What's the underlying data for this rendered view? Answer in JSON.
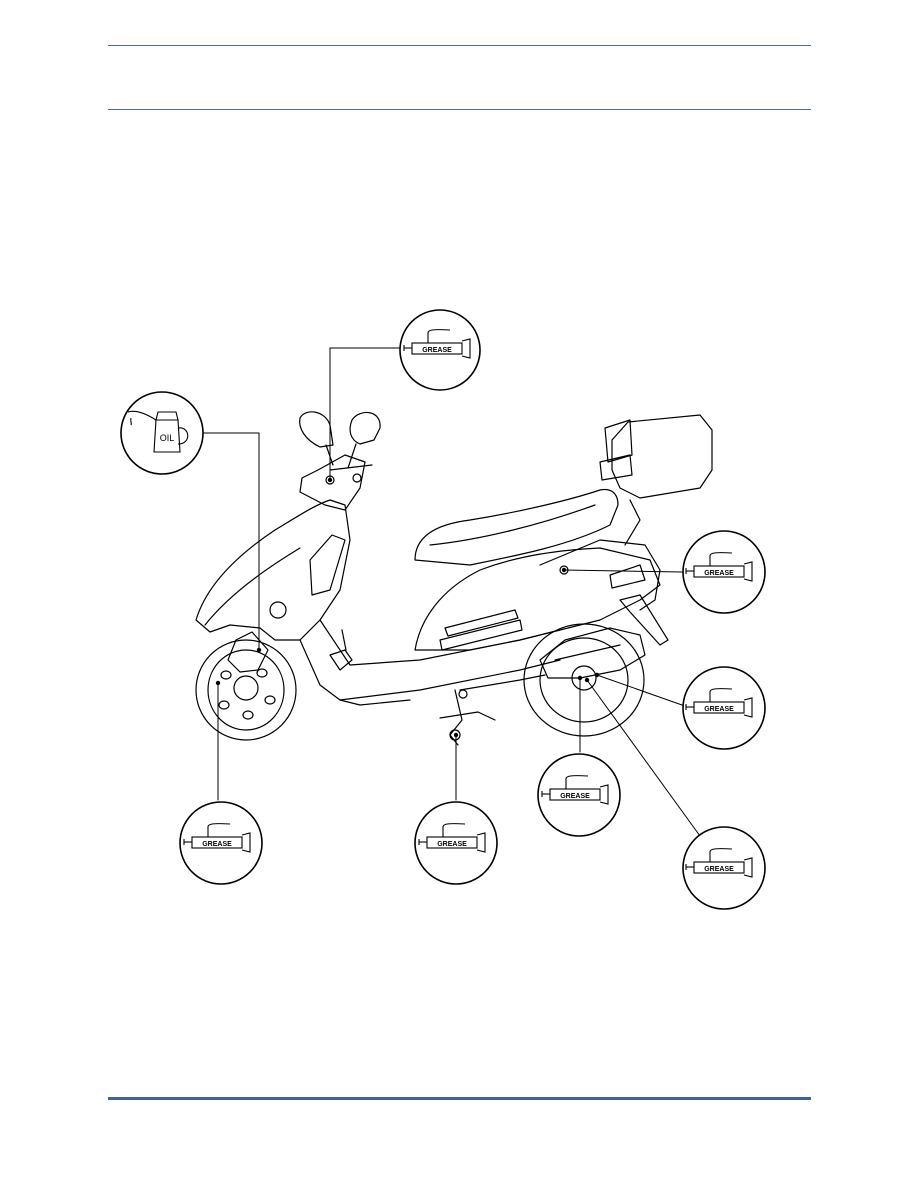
{
  "figure": {
    "callouts": [
      {
        "id": "handlebar",
        "tool": "grease-gun-icon",
        "label": "GREASE"
      },
      {
        "id": "front-brake-cable",
        "tool": "oil-can-icon",
        "label": "OIL"
      },
      {
        "id": "seat-lock",
        "tool": "grease-gun-icon",
        "label": "GREASE"
      },
      {
        "id": "rear-brake",
        "tool": "grease-gun-icon",
        "label": "GREASE"
      },
      {
        "id": "front-wheel",
        "tool": "grease-gun-icon",
        "label": "GREASE"
      },
      {
        "id": "side-stand",
        "tool": "grease-gun-icon",
        "label": "GREASE"
      },
      {
        "id": "rear-wheel-hub",
        "tool": "grease-gun-icon",
        "label": "GREASE"
      },
      {
        "id": "rear-brake-arm",
        "tool": "grease-gun-icon",
        "label": "GREASE"
      }
    ]
  }
}
